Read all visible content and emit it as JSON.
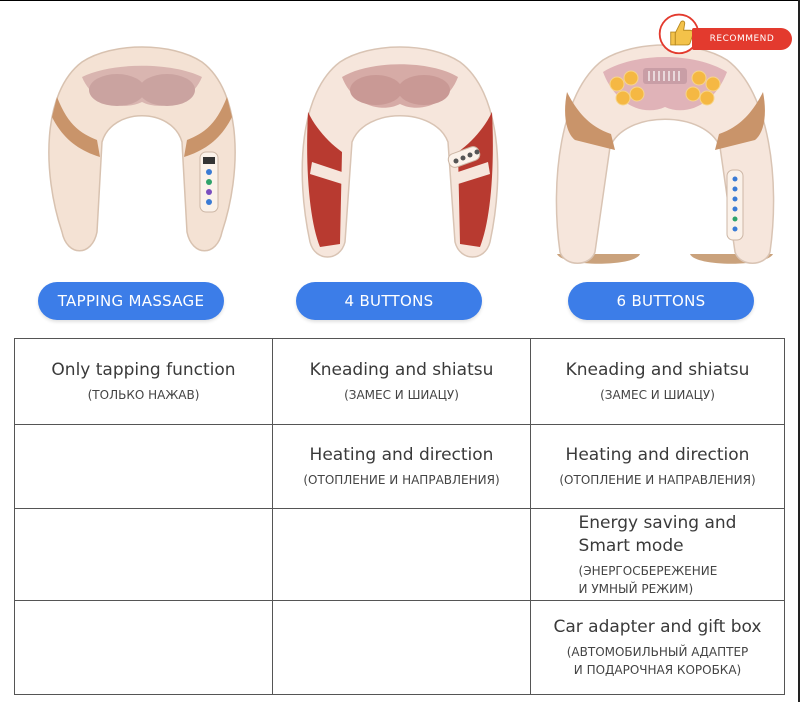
{
  "badge": {
    "label": "RECOMMEND"
  },
  "products": [
    {
      "label": "TAPPING MASSAGE"
    },
    {
      "label": "4 BUTTONS"
    },
    {
      "label": "6 BUTTONS"
    }
  ],
  "rows": [
    [
      {
        "main": "Only tapping function",
        "sub": "(ТОЛЬКО НАЖАВ)"
      },
      {
        "main": "Kneading and shiatsu",
        "sub": "(ЗАМЕС И ШИАЦУ)"
      },
      {
        "main": "Kneading and shiatsu",
        "sub": "(ЗАМЕС И ШИАЦУ)"
      }
    ],
    [
      {
        "main": "",
        "sub": ""
      },
      {
        "main": "Heating and direction",
        "sub": "(ОТОПЛЕНИЕ И НАПРАВЛЕНИЯ)"
      },
      {
        "main": "Heating and direction",
        "sub": "(ОТОПЛЕНИЕ И НАПРАВЛЕНИЯ)"
      }
    ],
    [
      {
        "main": "",
        "sub": ""
      },
      {
        "main": "",
        "sub": ""
      },
      {
        "main": "Energy saving and\nSmart mode",
        "sub": "(ЭНЕРГОСБЕРЕЖЕНИЕ\nИ УМНЫЙ РЕЖИМ)"
      }
    ],
    [
      {
        "main": "",
        "sub": ""
      },
      {
        "main": "",
        "sub": ""
      },
      {
        "main": "Car adapter and gift box",
        "sub": "(АВТОМОБИЛЬНЫЙ АДАПТЕР\nИ ПОДАРОЧНАЯ КОРОБКА)"
      }
    ]
  ],
  "colors": {
    "pill": "#3c7de8",
    "badge": "#e33a2e",
    "body_cream": "#f4e2d4",
    "trim_brown": "#c9946a",
    "trim_red": "#b83a30"
  }
}
